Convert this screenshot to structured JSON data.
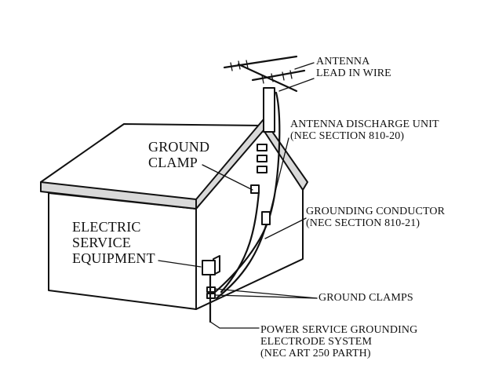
{
  "labels": {
    "antenna": "ANTENNA",
    "lead_in_wire": "LEAD IN WIRE",
    "discharge_unit": "ANTENNA DISCHARGE UNIT",
    "discharge_unit_nec": "(NEC SECTION 810-20)",
    "ground_clamp_1": "GROUND",
    "ground_clamp_2": "CLAMP",
    "electric_1": "ELECTRIC",
    "electric_2": "SERVICE",
    "electric_3": "EQUIPMENT",
    "grounding_conductor": "GROUNDING CONDUCTOR",
    "grounding_conductor_nec": "(NEC SECTION 810-21)",
    "ground_clamps": "GROUND CLAMPS",
    "power_1": "POWER SERVICE GROUNDING",
    "power_2": "ELECTRODE SYSTEM",
    "power_3": "(NEC ART 250 PARTH)"
  },
  "colors": {
    "line": "#111111",
    "roof_edge": "#d9d9d9",
    "background": "#ffffff"
  }
}
